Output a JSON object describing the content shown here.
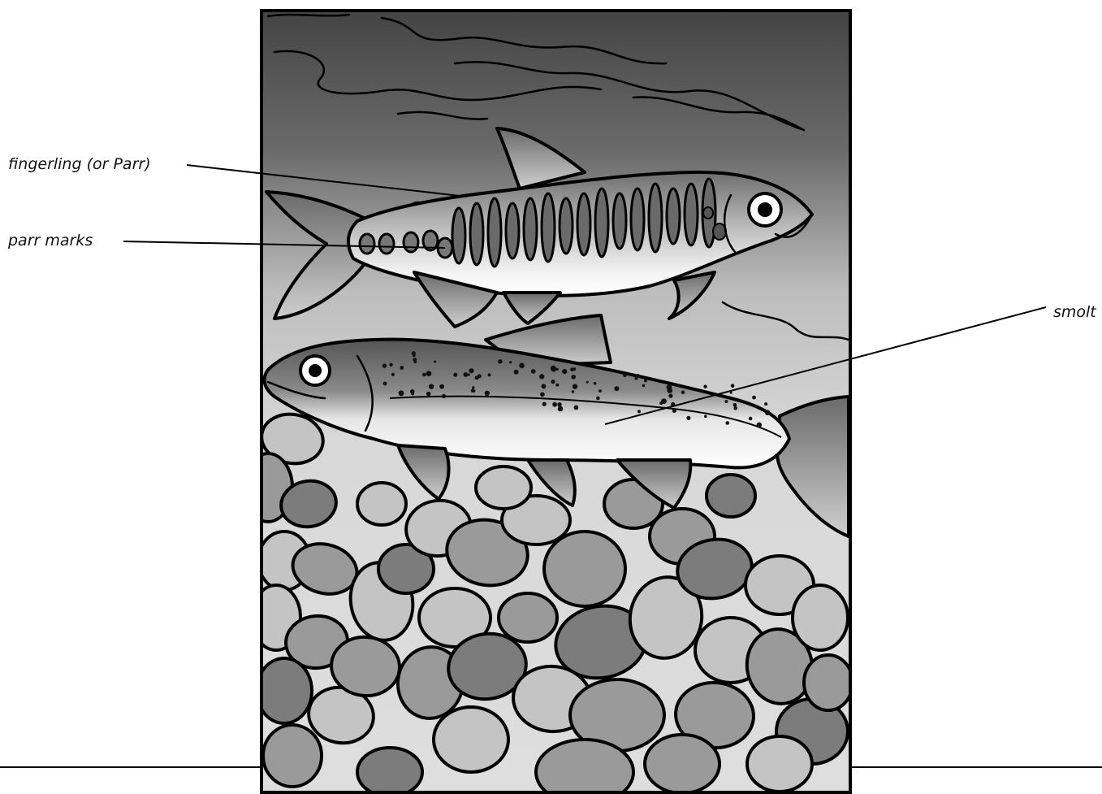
{
  "labels": {
    "fingerling": "fingerling (or Parr)",
    "parr_marks": "parr marks",
    "smolt": "smolt"
  },
  "colors": {
    "water_dark": "#4a4a4a",
    "water_light": "#d6d6d6",
    "stone_light": "#c4c4c4",
    "stone_mid": "#9a9a9a",
    "stone_dark": "#7c7c7c",
    "fish_belly": "#f4f4f4",
    "fish_back": "#6a6a6a",
    "outline": "#000000"
  }
}
